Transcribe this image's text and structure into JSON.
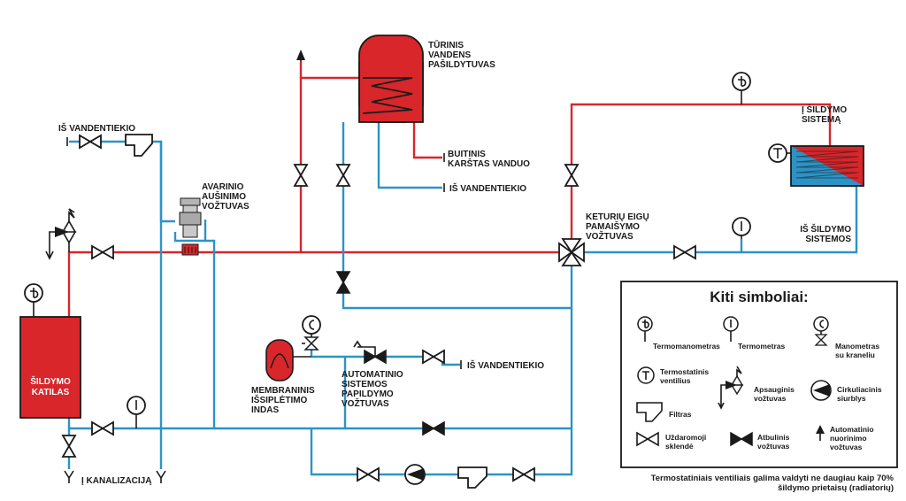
{
  "colors": {
    "supply": "#d8262b",
    "return": "#2d93c7",
    "symbol": "#1a1a1a",
    "background": "#ffffff"
  },
  "labels": {
    "tank": [
      "TŪRINIS",
      "VANDENS",
      "PAŠILDYTUVAS"
    ],
    "hot_water": [
      "BUITINIS",
      "KARŠTAS VANDUO"
    ],
    "water_in_tank": "IŠ VANDENTIEKIO",
    "water_in_top": "IŠ VANDENTIEKIO",
    "water_in_fill": "IŠ VANDENTIEKIO",
    "to_heating": [
      "Į ŠILDYMO",
      "SISTEMĄ"
    ],
    "from_heating": [
      "IŠ ŠILDYMO",
      "SISTEMOS"
    ],
    "four_way": [
      "KETURIŲ EIGŲ",
      "PAMAIŠYMO",
      "VOŽTUVAS"
    ],
    "cooling_valve": [
      "AVARINIO",
      "AUŠINIMO",
      "VOŽTUVAS"
    ],
    "boiler": [
      "ŠILDYMO",
      "KATILAS"
    ],
    "expansion": [
      "MEMBRANINIS",
      "IŠSIPLĖTIMO",
      "INDAS"
    ],
    "auto_fill": [
      "AUTOMATINIO",
      "SISTEMOS",
      "PAPILDYMO",
      "VOŽTUVAS"
    ],
    "drain": "Į KANALIZACIJĄ"
  },
  "legend": {
    "title": "Kiti simboliai:",
    "items": [
      {
        "icon": "thermomanometer-icon",
        "label": [
          "Termomanometras"
        ]
      },
      {
        "icon": "thermometer-icon",
        "label": [
          "Termometras"
        ]
      },
      {
        "icon": "manometer-with-tap-icon",
        "label": [
          "Manometras",
          "su kraneliu"
        ]
      },
      {
        "icon": "thermostatic-valve-icon",
        "label": [
          "Termostatinis",
          "ventilius"
        ]
      },
      {
        "icon": "safety-valve-icon",
        "label": [
          "Apsauginis",
          "vožtuvas"
        ]
      },
      {
        "icon": "circulation-pump-icon",
        "label": [
          "Cirkuliacinis",
          "siurblys"
        ]
      },
      {
        "icon": "filter-icon",
        "label": [
          "Filtras"
        ]
      },
      {
        "icon": "shutoff-valve-icon",
        "label": [
          "Uždaromoji",
          "sklendė"
        ]
      },
      {
        "icon": "check-valve-icon",
        "label": [
          "Atbulinis",
          "vožtuvas"
        ]
      },
      {
        "icon": "auto-air-vent-icon",
        "label": [
          "Automatinio",
          "nuorinimo",
          "vožtuvas"
        ]
      }
    ]
  },
  "footnote": [
    "Termostatiniais ventiliais galima valdyti ne daugiau kaip 70%",
    "šildymo prietaisų (radiatorių)"
  ]
}
